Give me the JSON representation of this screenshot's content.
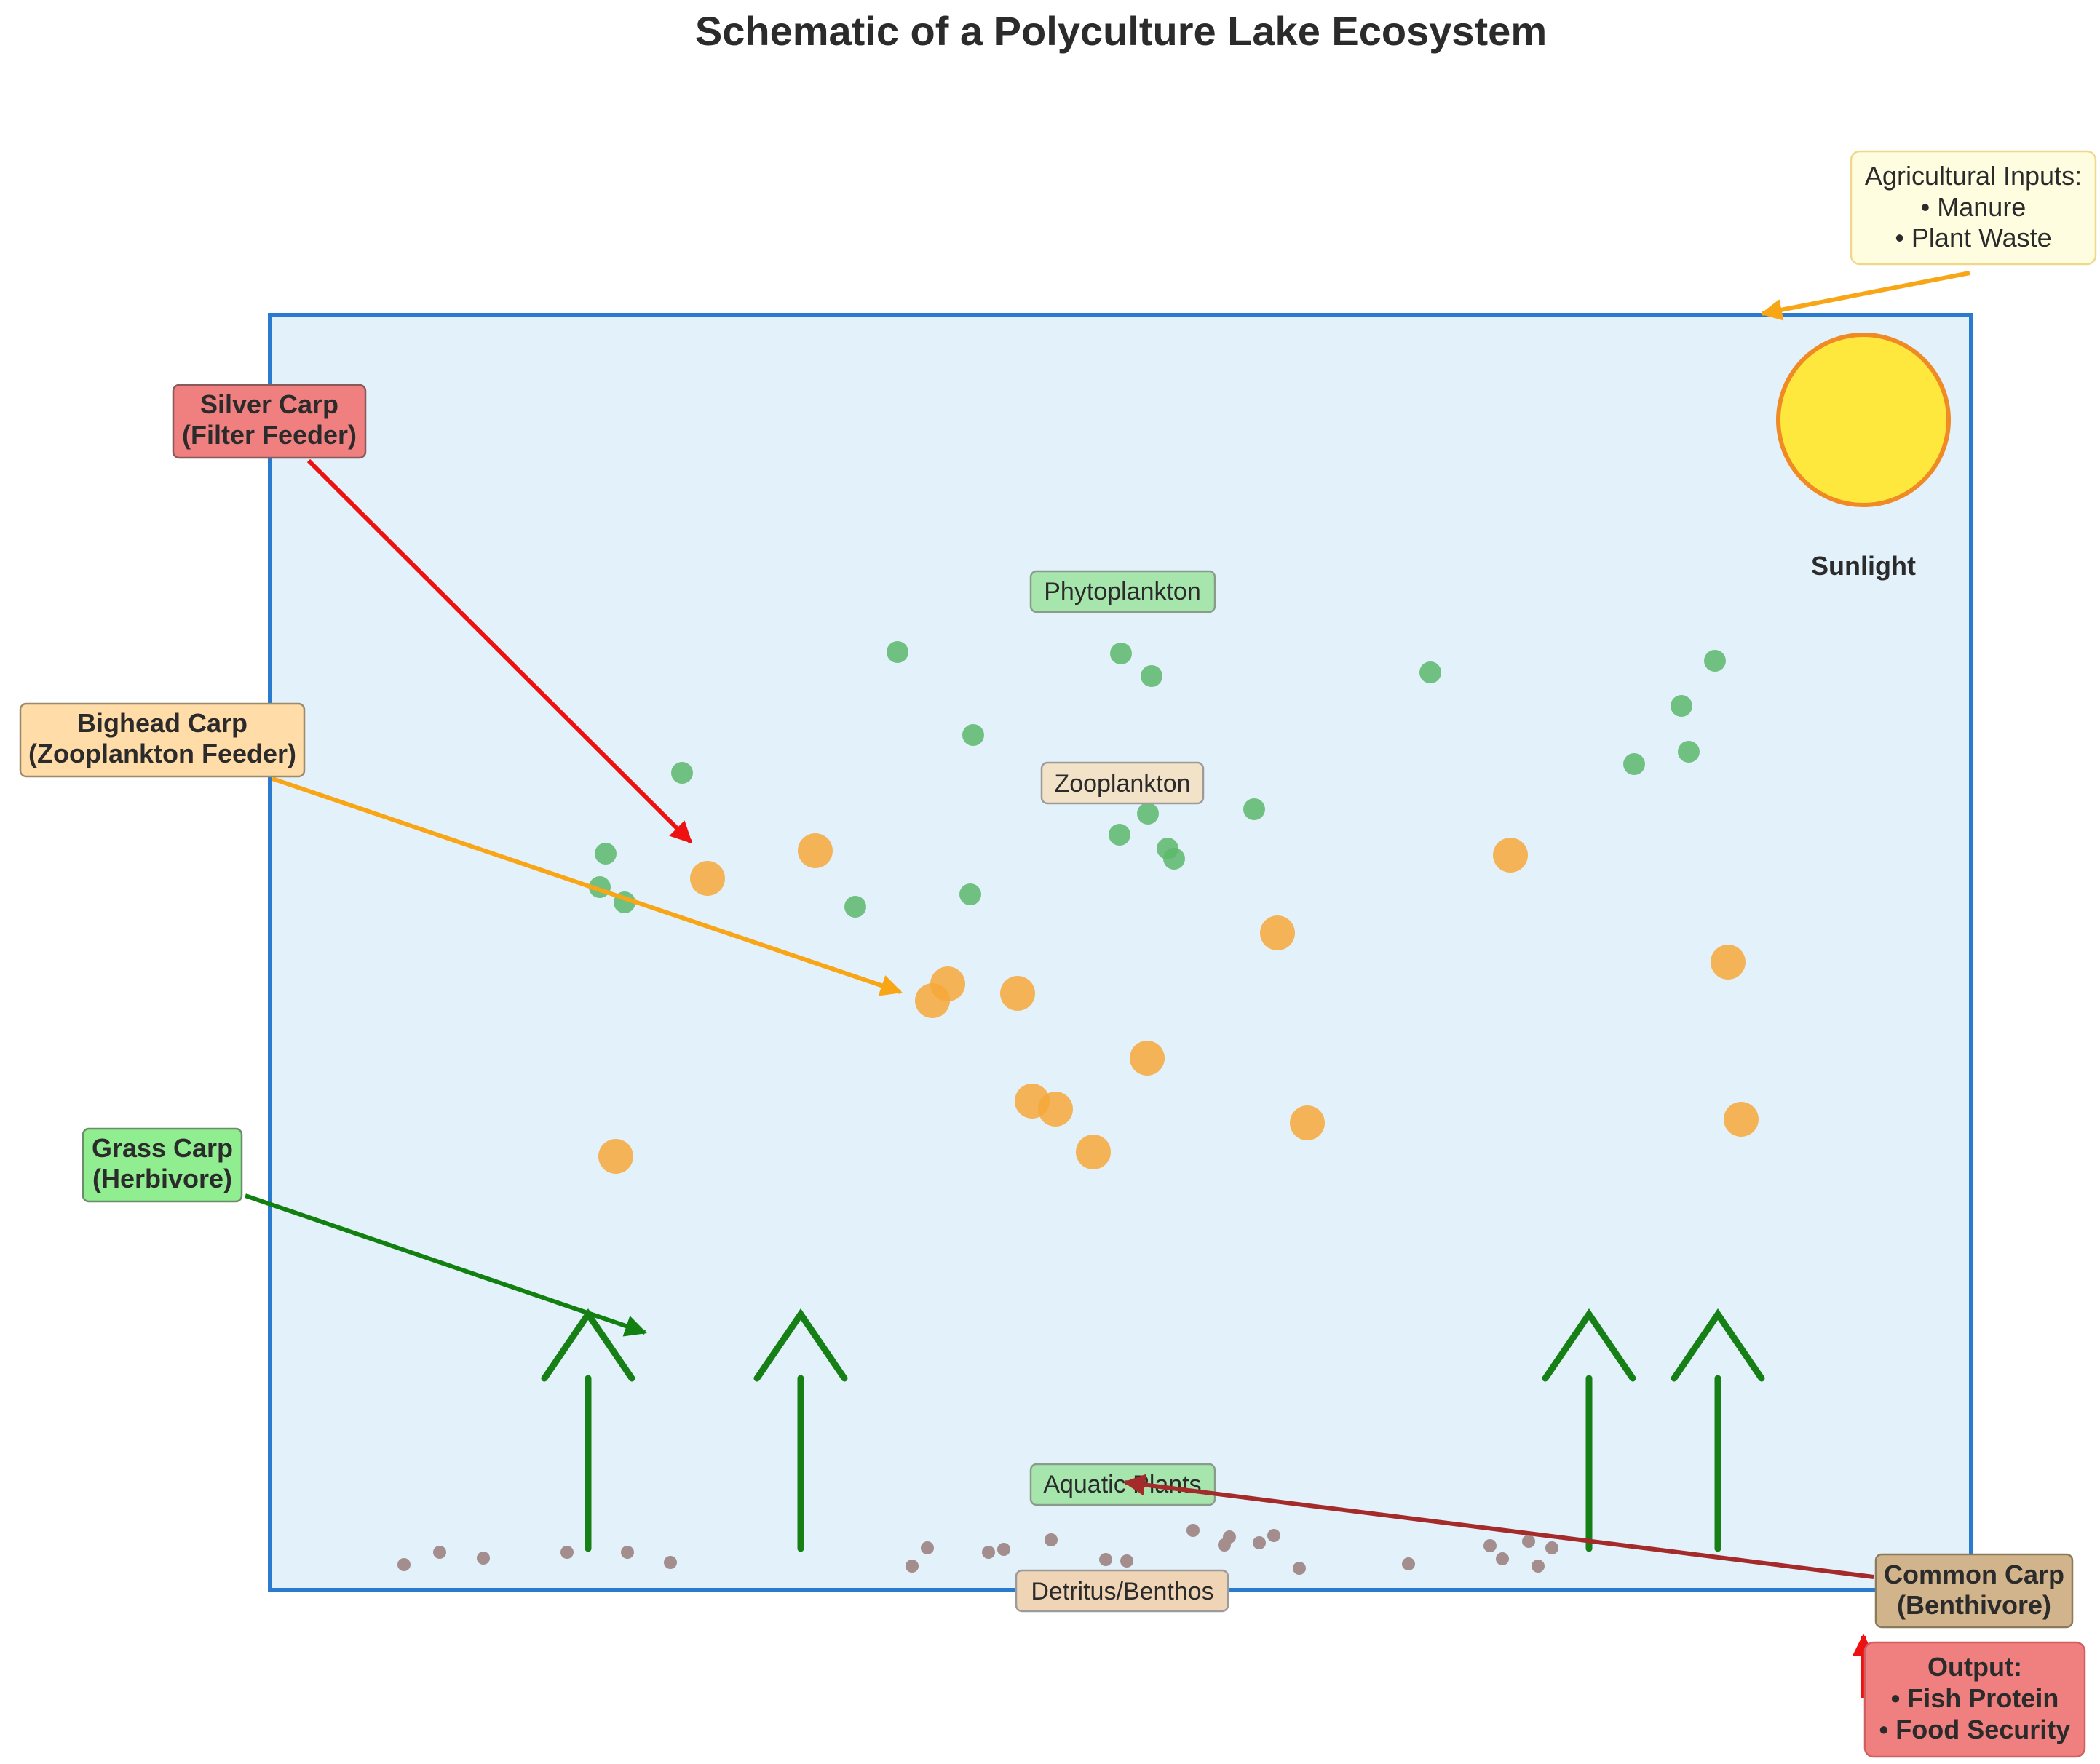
{
  "title": "Schematic of a Polyculture Lake Ecosystem",
  "sun": {
    "label": "Sunlight"
  },
  "zones": {
    "phytoplankton": "Phytoplankton",
    "zooplankton": "Zooplankton",
    "aquatic_plants": "Aquatic Plants",
    "detritus": "Detritus/Benthos"
  },
  "inputs": {
    "title": "Agricultural Inputs:",
    "items": [
      "• Manure",
      "• Plant Waste"
    ]
  },
  "fish": {
    "silver_carp": {
      "line1": "Silver Carp",
      "line2": "(Filter Feeder)"
    },
    "bighead_carp": {
      "line1": "Bighead Carp",
      "line2": "(Zooplankton Feeder)"
    },
    "grass_carp": {
      "line1": "Grass Carp",
      "line2": "(Herbivore)"
    },
    "common_carp": {
      "line1": "Common Carp",
      "line2": "(Benthivore)"
    }
  },
  "output": {
    "title": "Output:",
    "items": [
      "• Fish Protein",
      "• Food Security"
    ]
  },
  "colors": {
    "lake_fill": "#e3f1fb",
    "lake_border": "#2a7bd0",
    "sun_fill": "#ffe83d",
    "sun_border": "#f08a24",
    "phytoplankton_dot": "#5cb96b",
    "zooplankton_dot": "#f6a838",
    "plant_stroke": "#168016",
    "detritus_dot": "#a38d8d",
    "silver_carp": "#f08080",
    "silver_carp_arrow": "#ee1111",
    "bighead_carp": "#ffdca8",
    "bighead_carp_arrow": "#f8a516",
    "grass_carp": "#90ee90",
    "grass_carp_arrow": "#118011",
    "common_carp": "#d2b48c",
    "common_carp_arrow": "#a52a2a",
    "inputs_box": "#fffde0",
    "inputs_arrow": "#f8a516",
    "output_box": "#f08080",
    "output_arrow": "#ee1111"
  }
}
